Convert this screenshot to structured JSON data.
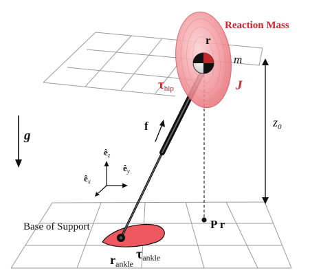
{
  "labels": {
    "reaction_mass": "Reaction Mass",
    "r": "r",
    "m": "m",
    "J": "J",
    "tau_hip": "τ",
    "tau_hip_sub": "hip",
    "f": "f",
    "g": "g",
    "z0": "z",
    "z0_sub": "0",
    "ez": "ê",
    "ez_sub": "z",
    "ey": "ê",
    "ey_sub": "y",
    "ex": "ê",
    "ex_sub": "x",
    "base_of_support": "Base of Support",
    "pr": "P r",
    "r_ankle": "r",
    "r_ankle_sub": "ankle",
    "tau_ankle": "τ",
    "tau_ankle_sub": "ankle"
  },
  "colors": {
    "red": "#d0232a",
    "pink": "#f07b82",
    "grid": "#9a9a9a",
    "ink": "#111111"
  }
}
